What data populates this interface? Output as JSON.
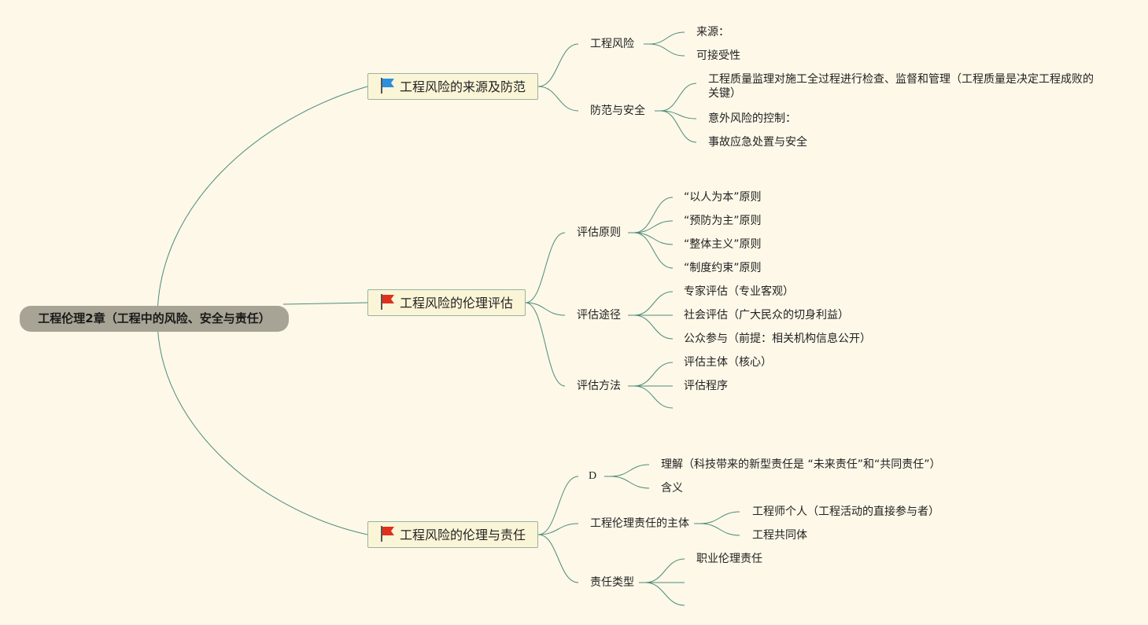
{
  "root": "工程伦理2章（工程中的风险、安全与责任）",
  "branches": [
    {
      "label": "工程风险的来源及防范",
      "flag_color": "#2d8fe0",
      "children": [
        {
          "label": "工程风险",
          "children": [
            "来源：",
            "可接受性"
          ]
        },
        {
          "label": "防范与安全",
          "children": [
            "工程质量监理对施工全过程进行检查、监督和管理（工程质量是决定工程成败的关键）",
            "意外风险的控制：",
            "事故应急处置与安全"
          ]
        }
      ]
    },
    {
      "label": "工程风险的伦理评估",
      "flag_color": "#e0301e",
      "children": [
        {
          "label": "评估原则",
          "children": [
            "“以人为本”原则",
            "“预防为主”原则",
            "“整体主义”原则",
            "“制度约束”原则"
          ]
        },
        {
          "label": "评估途径",
          "children": [
            "专家评估（专业客观）",
            "社会评估（广大民众的切身利益）",
            "公众参与（前提：相关机构信息公开）"
          ]
        },
        {
          "label": "评估方法",
          "children": [
            "评估主体（核心）",
            "评估程序",
            ""
          ]
        }
      ]
    },
    {
      "label": "工程风险的伦理与责任",
      "flag_color": "#e0301e",
      "children": [
        {
          "label": "D",
          "children": [
            "理解（科技带来的新型责任是 “未来责任”和“共同责任”）",
            "含义"
          ]
        },
        {
          "label": "工程伦理责任的主体",
          "children": [
            "工程师个人（工程活动的直接参与者）",
            "工程共同体"
          ]
        },
        {
          "label": "责任类型",
          "children": [
            "职业伦理责任",
            "",
            ""
          ]
        }
      ]
    }
  ],
  "colors": {
    "line": "#4d8c7a",
    "root_bg": "#a8a495",
    "node_bg": "#fbf5d7",
    "node_border": "#98b39e",
    "background": "#fdf8e8"
  }
}
